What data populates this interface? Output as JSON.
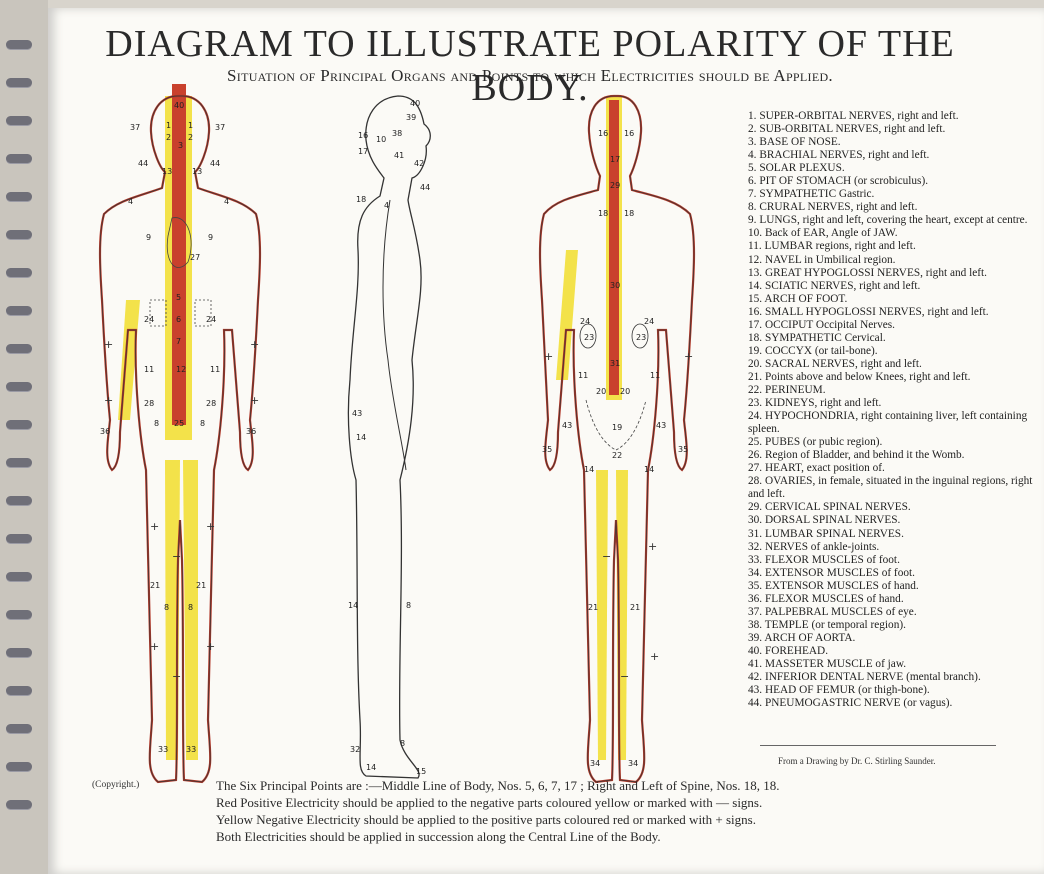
{
  "title": "DIAGRAM TO ILLUSTRATE POLARITY OF THE BODY.",
  "subtitle": "Situation of Principal Organs and Points to which Electricities should be Applied.",
  "legend": [
    {
      "num": "1.",
      "text": "SUPER-ORBITAL NERVES, right and left."
    },
    {
      "num": "2.",
      "text": "SUB-ORBITAL NERVES, right and left."
    },
    {
      "num": "3.",
      "text": "BASE OF NOSE."
    },
    {
      "num": "4.",
      "text": "BRACHIAL NERVES, right and left."
    },
    {
      "num": "5.",
      "text": "SOLAR PLEXUS."
    },
    {
      "num": "6.",
      "text": "PIT OF STOMACH (or scrobiculus)."
    },
    {
      "num": "7.",
      "text": "SYMPATHETIC Gastric."
    },
    {
      "num": "8.",
      "text": "CRURAL NERVES, right and left."
    },
    {
      "num": "9.",
      "text": "LUNGS, right and left, covering the heart, except at centre."
    },
    {
      "num": "10.",
      "text": "Back of EAR, Angle of JAW."
    },
    {
      "num": "11.",
      "text": "LUMBAR regions, right and left."
    },
    {
      "num": "12.",
      "text": "NAVEL in Umbilical region."
    },
    {
      "num": "13.",
      "text": "GREAT HYPOGLOSSI NERVES, right and left."
    },
    {
      "num": "14.",
      "text": "SCIATIC NERVES, right and left."
    },
    {
      "num": "15.",
      "text": "ARCH OF FOOT."
    },
    {
      "num": "16.",
      "text": "SMALL HYPOGLOSSI NERVES, right and left."
    },
    {
      "num": "17.",
      "text": "OCCIPUT Occipital Nerves."
    },
    {
      "num": "18.",
      "text": "SYMPATHETIC Cervical."
    },
    {
      "num": "19.",
      "text": "COCCYX (or tail-bone)."
    },
    {
      "num": "20.",
      "text": "SACRAL NERVES, right and left."
    },
    {
      "num": "21.",
      "text": "Points above and below Knees, right and left."
    },
    {
      "num": "22.",
      "text": "PERINEUM."
    },
    {
      "num": "23.",
      "text": "KIDNEYS, right and left."
    },
    {
      "num": "24.",
      "text": "HYPOCHONDRIA, right containing liver, left containing spleen."
    },
    {
      "num": "25.",
      "text": "PUBES (or pubic region)."
    },
    {
      "num": "26.",
      "text": "Region of Bladder, and behind it the Womb."
    },
    {
      "num": "27.",
      "text": "HEART, exact position of."
    },
    {
      "num": "28.",
      "text": "OVARIES, in female, situated in the inguinal regions, right and left."
    },
    {
      "num": "29.",
      "text": "CERVICAL SPINAL NERVES."
    },
    {
      "num": "30.",
      "text": "DORSAL SPINAL NERVES."
    },
    {
      "num": "31.",
      "text": "LUMBAR SPINAL NERVES."
    },
    {
      "num": "32.",
      "text": "NERVES of ankle-joints."
    },
    {
      "num": "33.",
      "text": "FLEXOR MUSCLES of foot."
    },
    {
      "num": "34.",
      "text": "EXTENSOR MUSCLES of foot."
    },
    {
      "num": "35.",
      "text": "EXTENSOR MUSCLES of hand."
    },
    {
      "num": "36.",
      "text": "FLEXOR MUSCLES of hand."
    },
    {
      "num": "37.",
      "text": "PALPEBRAL MUSCLES of eye."
    },
    {
      "num": "38.",
      "text": "TEMPLE (or temporal region)."
    },
    {
      "num": "39.",
      "text": "ARCH OF AORTA."
    },
    {
      "num": "40.",
      "text": "FOREHEAD."
    },
    {
      "num": "41.",
      "text": "MASSETER MUSCLE of jaw."
    },
    {
      "num": "42.",
      "text": "INFERIOR DENTAL NERVE (mental branch)."
    },
    {
      "num": "43.",
      "text": "HEAD OF FEMUR (or thigh-bone)."
    },
    {
      "num": "44.",
      "text": "PNEUMOGASTRIC NERVE (or vagus)."
    }
  ],
  "credit": "From a Drawing by Dr. C. Stirling Saunder.",
  "copyright": "(Copyright.)",
  "notes": [
    "The Six Principal Points are :—Middle Line of Body, Nos. 5, 6, 7, 17 ; Right and Left of Spine, Nos. 18, 18.",
    "Red Positive Electricity should be applied to the negative parts coloured yellow or marked with — signs.",
    "Yellow Negative Electricity should be applied to the positive parts coloured red or marked with + signs.",
    "Both Electricities should be applied in succession along the Central Line of the Body."
  ],
  "colors": {
    "positive_red": "#c9412d",
    "negative_yellow": "#f3e24a",
    "ink": "#2a2a2a",
    "paper": "#fbfaf6"
  },
  "front_labels": [
    "40",
    "37",
    "37",
    "1",
    "1",
    "2",
    "2",
    "3",
    "44",
    "44",
    "13",
    "13",
    "4",
    "4",
    "9",
    "9",
    "27",
    "5",
    "6",
    "7",
    "24",
    "24",
    "11",
    "11",
    "12",
    "28",
    "28",
    "25",
    "8",
    "8",
    "36",
    "36",
    "21",
    "21",
    "8",
    "8",
    "33",
    "33"
  ],
  "side_labels": [
    "40",
    "38",
    "39",
    "16",
    "17",
    "10",
    "41",
    "42",
    "44",
    "18",
    "4",
    "43",
    "14",
    "14",
    "8",
    "32",
    "8",
    "14",
    "15"
  ],
  "back_labels": [
    "16",
    "16",
    "17",
    "29",
    "18",
    "18",
    "30",
    "24",
    "24",
    "23",
    "23",
    "31",
    "11",
    "11",
    "20",
    "20",
    "43",
    "43",
    "19",
    "35",
    "35",
    "22",
    "14",
    "14",
    "21",
    "21",
    "34",
    "34"
  ]
}
